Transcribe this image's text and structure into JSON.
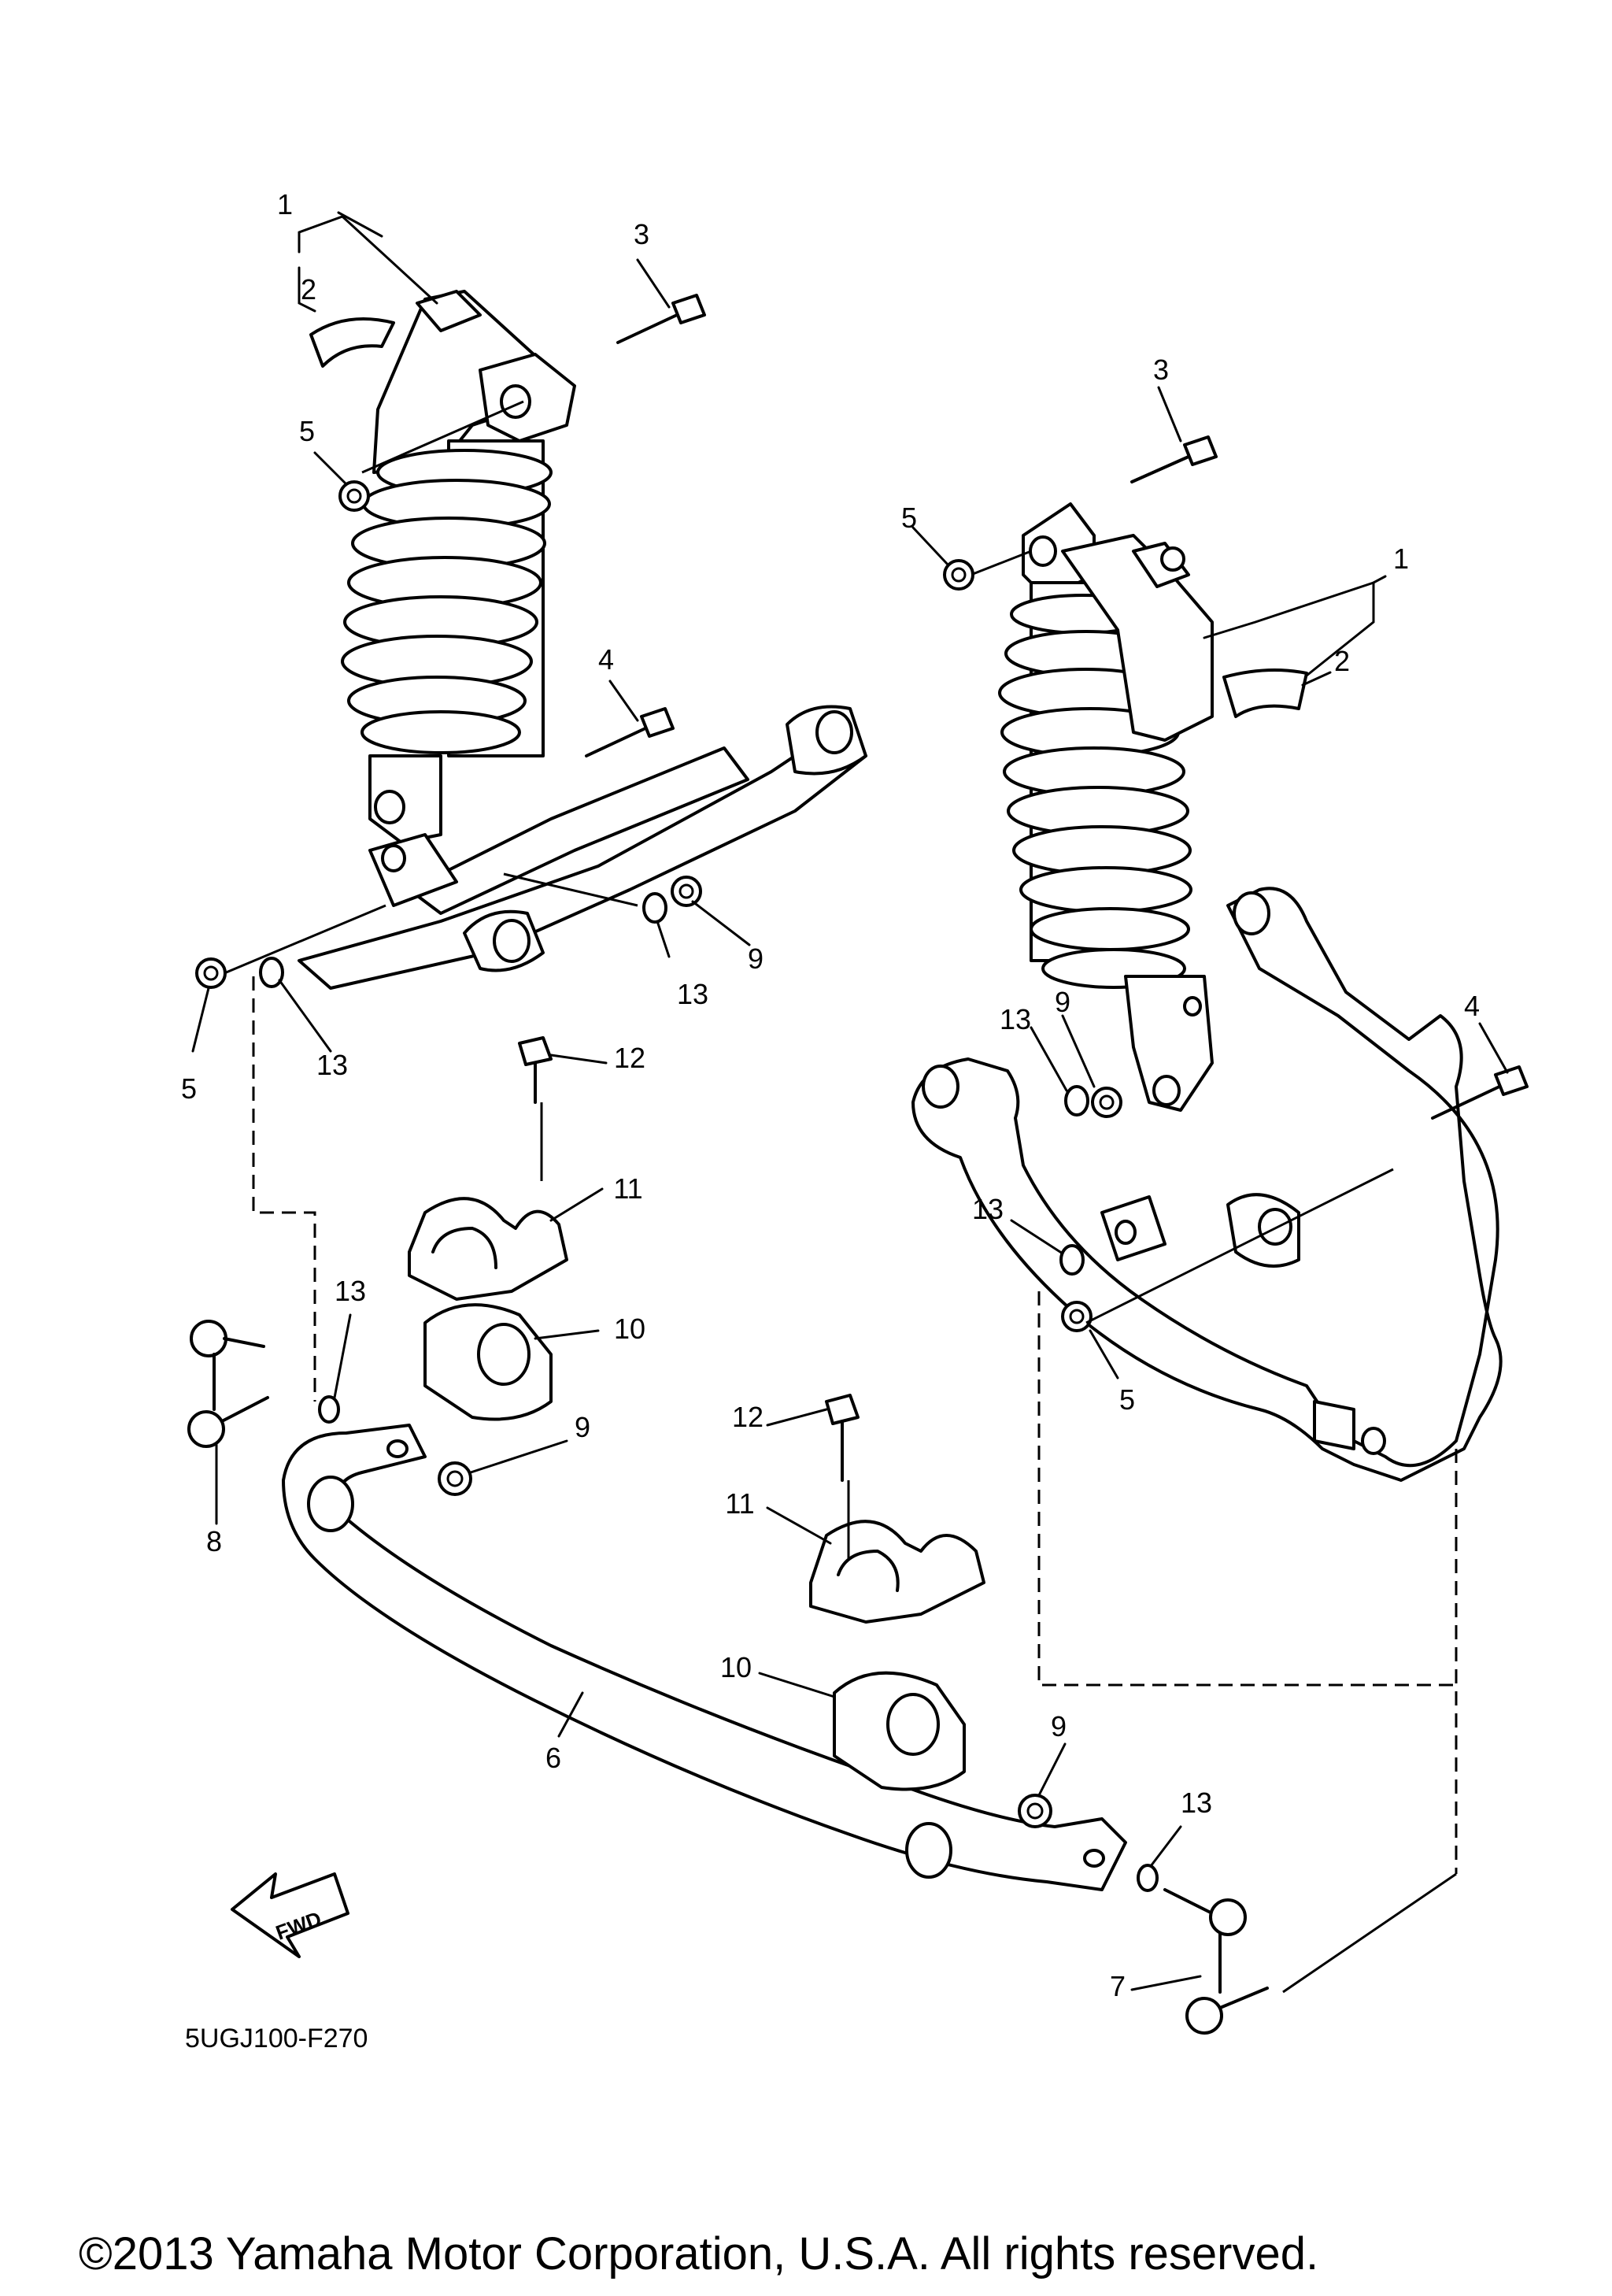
{
  "diagram": {
    "drawing_code": "5UGJ100-F270",
    "copyright": "©2013 Yamaha Motor Corporation, U.S.A. All rights reserved.",
    "fwd_label": "FWD",
    "callouts": [
      {
        "id": "c1a",
        "label": "1"
      },
      {
        "id": "c2a",
        "label": "2"
      },
      {
        "id": "c3a",
        "label": "3"
      },
      {
        "id": "c5a",
        "label": "5"
      },
      {
        "id": "c4a",
        "label": "4"
      },
      {
        "id": "c13a",
        "label": "13"
      },
      {
        "id": "c9a",
        "label": "9"
      },
      {
        "id": "c5b",
        "label": "5"
      },
      {
        "id": "c13b",
        "label": "13"
      },
      {
        "id": "c12a",
        "label": "12"
      },
      {
        "id": "c11a",
        "label": "11"
      },
      {
        "id": "c10a",
        "label": "10"
      },
      {
        "id": "c13c",
        "label": "13"
      },
      {
        "id": "c8",
        "label": "8"
      },
      {
        "id": "c9b",
        "label": "9"
      },
      {
        "id": "c3b",
        "label": "3"
      },
      {
        "id": "c5c",
        "label": "5"
      },
      {
        "id": "c1b",
        "label": "1"
      },
      {
        "id": "c2b",
        "label": "2"
      },
      {
        "id": "c4b",
        "label": "4"
      },
      {
        "id": "c13d",
        "label": "13"
      },
      {
        "id": "c9c",
        "label": "9"
      },
      {
        "id": "c13e",
        "label": "13"
      },
      {
        "id": "c5d",
        "label": "5"
      },
      {
        "id": "c12b",
        "label": "12"
      },
      {
        "id": "c11b",
        "label": "11"
      },
      {
        "id": "c10b",
        "label": "10"
      },
      {
        "id": "c6",
        "label": "6"
      },
      {
        "id": "c9d",
        "label": "9"
      },
      {
        "id": "c13f",
        "label": "13"
      },
      {
        "id": "c7",
        "label": "7"
      }
    ]
  }
}
